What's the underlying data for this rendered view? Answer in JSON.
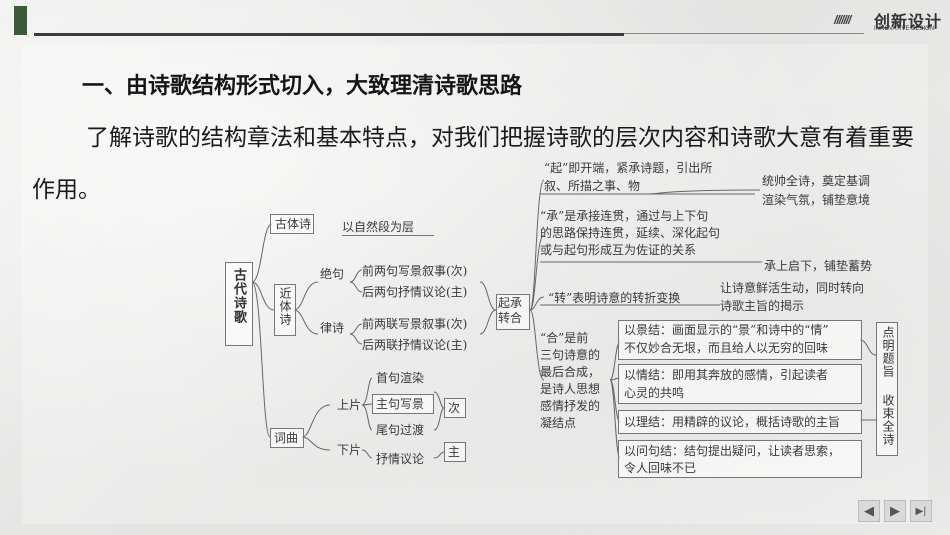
{
  "logo": {
    "slashes": "///////",
    "name": "创新设计",
    "sub": "INNOVATIVE DESIGN"
  },
  "heading": "一、由诗歌结构形式切入，大致理清诗歌思路",
  "paragraph": "了解诗歌的结构章法和基本特点，对我们把握诗歌的层次内容和诗歌大意有着重要作用。",
  "diagram": {
    "root": "古代诗歌",
    "gutishi": "古体诗",
    "gutishi_desc": "以自然段为层",
    "jintishi": "近体诗",
    "jueju": "绝句",
    "jueju_1": "前两句写景叙事(次)",
    "jueju_2": "后两句抒情议论(主)",
    "lvshi": "律诗",
    "lvshi_1": "前两联写景叙事(次)",
    "lvshi_2": "后两联抒情议论(主)",
    "cique": "词曲",
    "shangpian": "上片",
    "xiapian": "下片",
    "shang_1": "首句渲染",
    "shang_2": "主句写景",
    "shang_3": "尾句过渡",
    "xia_1": "抒情议论",
    "ci": "次",
    "zhu": "主",
    "qichengzhuanhe": "起承转合",
    "qi_line1": "“起”即开端，紧承诗题，引出所",
    "qi_line2": "叙、所描之事、物",
    "qi_right1": "统帅全诗，奠定基调",
    "qi_right2": "渲染气氛，铺垫意境",
    "cheng_line1": "“承”是承接连贯，通过与上下句",
    "cheng_line2": "的思路保持连贯，延续、深化起句",
    "cheng_line3": "或与起句形成互为佐证的关系",
    "cheng_right": "承上启下，铺垫蓄势",
    "zhuan_line": "“转”表明诗意的转折变换",
    "zhuan_right1": "让诗意鲜活生动，同时转向",
    "zhuan_right2": "诗歌主旨的揭示",
    "he_lines": [
      "“合”是前",
      "三句诗意的",
      "最后合成，",
      "是诗人思想",
      "感情抒发的",
      "凝结点"
    ],
    "he_1a": "以景结：画面显示的“景”和诗中的“情”",
    "he_1b": "不仅妙合无垠，而且给人以无穷的回味",
    "he_2a": "以情结：即用其奔放的感情，引起读者",
    "he_2b": "心灵的共鸣",
    "he_3": "以理结：用精辟的议论，概括诗歌的主旨",
    "he_4a": "以问句结：结句提出疑问，让读者思索，",
    "he_4b": "令人回味不已",
    "dianming": "点明题旨",
    "shoushu": "收束全诗"
  },
  "nav": {
    "prev": "◀",
    "play": "▶",
    "next": "▶|"
  }
}
